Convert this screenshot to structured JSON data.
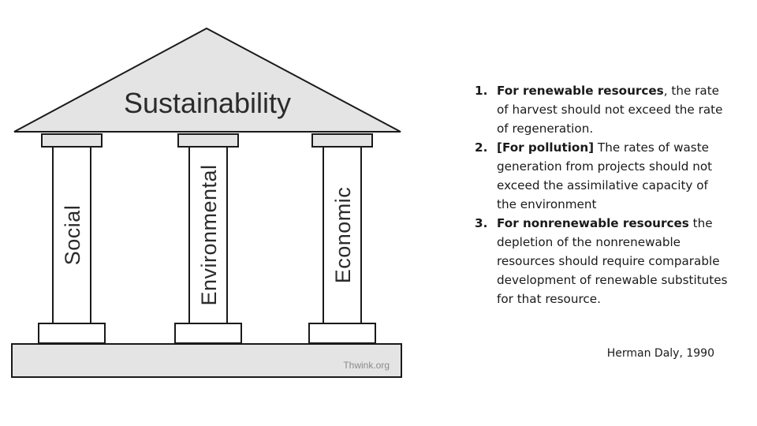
{
  "diagram": {
    "roof_title": "Sustainability",
    "pillars": [
      "Social",
      "Environmental",
      "Economic"
    ],
    "credit": "Thwink.org",
    "colors": {
      "fill": "#e4e4e4",
      "stroke": "#1a1a1a",
      "roof_text": "#2b2b2b"
    }
  },
  "principles": [
    {
      "number": "1.",
      "emphasis": "For renewable resources",
      "text": ", the rate of harvest should not exceed the rate of regeneration."
    },
    {
      "number": "2.",
      "emphasis": "[For pollution]",
      "text": " The rates of waste generation from projects should not exceed the assimilative capacity of the environment"
    },
    {
      "number": "3.",
      "emphasis": "For nonrenewable resources",
      "text": " the depletion of the nonrenewable resources should require comparable development of renewable substitutes for that resource."
    }
  ],
  "attribution": "Herman Daly, 1990"
}
